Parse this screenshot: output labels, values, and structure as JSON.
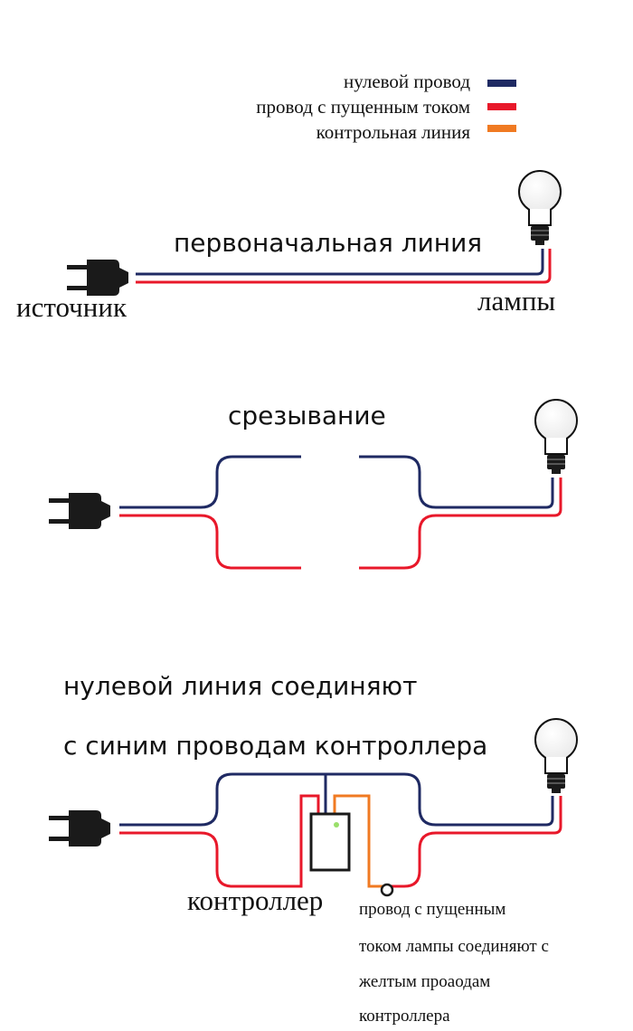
{
  "legend": {
    "items": [
      {
        "label": "нулевой провод",
        "color": "#1f2a63"
      },
      {
        "label": "провод с пущенным током",
        "color": "#e8182a"
      },
      {
        "label": "контрольная линия",
        "color": "#f07a22"
      }
    ]
  },
  "step1": {
    "title": "первоначальная линия",
    "source_label": "источник",
    "lamp_label": "лампы"
  },
  "step2": {
    "title": "срезывание"
  },
  "step3": {
    "title_line1": "нулевой линия соединяют",
    "title_line2": "с синим проводам контроллера",
    "controller_label": "контроллер",
    "note_lines": [
      "провод с пущенным",
      " током  лампы соединяют с",
      "желтым проаодам",
      "контроллера"
    ]
  },
  "colors": {
    "neutral": "#1f2a63",
    "live": "#e8182a",
    "control": "#f07a22",
    "plug": "#1a1a1a"
  }
}
